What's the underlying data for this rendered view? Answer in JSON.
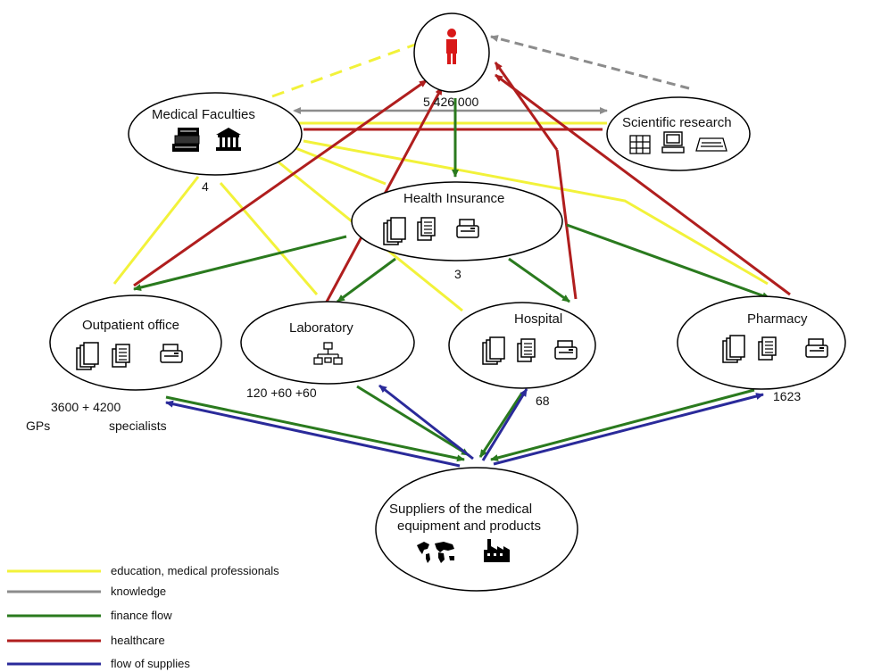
{
  "colors": {
    "education": "#f2f23a",
    "knowledge": "#8c8c8c",
    "finance": "#2a7a1e",
    "healthcare": "#b01e1e",
    "supplies": "#2a2a9a",
    "person": "#d81818"
  },
  "nodes": {
    "medical_faculties": {
      "label": "Medical Faculties",
      "count": "4",
      "icons": [
        "books-icon",
        "building-icon"
      ]
    },
    "scientific_research": {
      "label": "Scientific research",
      "icons": [
        "grid-icon",
        "computer-icon",
        "keyboard-icon"
      ]
    },
    "person": {
      "count": "5 426 000",
      "icon": "person-icon"
    },
    "health_insurance": {
      "label": "Health  Insurance",
      "count": "3",
      "icons": [
        "documents-icon",
        "papers-icon",
        "printer-icon"
      ]
    },
    "outpatient_office": {
      "label": "Outpatient office",
      "count_main": "3600 + 4200",
      "count_sub_left": "GPs",
      "count_sub_right": "specialists",
      "icons": [
        "documents-icon",
        "papers-icon",
        "printer-icon"
      ]
    },
    "laboratory": {
      "label": "Laboratory",
      "count": "120 +60 +60",
      "icons": [
        "network-icon"
      ]
    },
    "hospital": {
      "label": "Hospital",
      "count": "68",
      "icons": [
        "documents-icon",
        "papers-icon",
        "printer-icon"
      ]
    },
    "pharmacy": {
      "label": "Pharmacy",
      "count": "1623",
      "icons": [
        "documents-icon",
        "papers-icon",
        "printer-icon"
      ]
    },
    "suppliers": {
      "label_line1": "Suppliers of the medical",
      "label_line2": "equipment and products",
      "icons": [
        "world-map-icon",
        "factory-icon"
      ]
    }
  },
  "legend": [
    {
      "label": "education, medical professionals",
      "color_key": "education"
    },
    {
      "label": "knowledge",
      "color_key": "knowledge"
    },
    {
      "label": "finance flow",
      "color_key": "finance"
    },
    {
      "label": "healthcare",
      "color_key": "healthcare"
    },
    {
      "label": "flow of supplies",
      "color_key": "supplies"
    }
  ]
}
